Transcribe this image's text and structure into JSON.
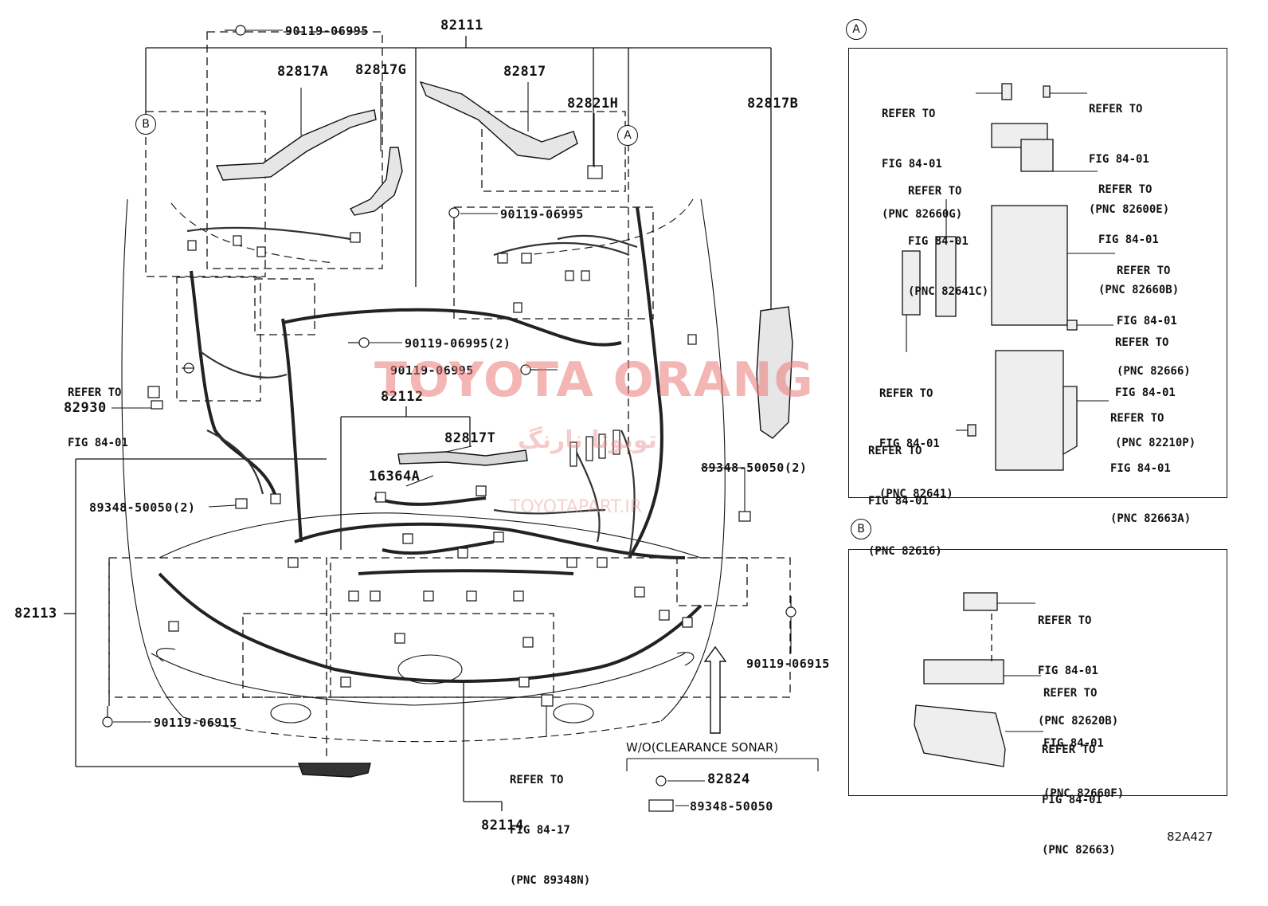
{
  "parts": {
    "p82111": "82111",
    "p82817A": "82817A",
    "p82817G": "82817G",
    "p82817": "82817",
    "p82821H": "82821H",
    "p82817B": "82817B",
    "p82112": "82112",
    "p82817T": "82817T",
    "p16364A": "16364A",
    "p82930": "82930",
    "p82113": "82113",
    "p82114": "82114",
    "p82824": "82824",
    "bolt_top": "90119-06995",
    "bolt_mid": "90119-06995",
    "bolt_2": "90119-06995(2)",
    "bolt_center": "90119-06995",
    "clip_left": "89348-50050(2)",
    "clip_right": "89348-50050(2)",
    "bolt_bottom_left": "90119-06915",
    "bolt_bottom_right": "90119-06915",
    "clip_bottom": "89348-50050"
  },
  "refer_main": {
    "left": [
      "REFER TO",
      "FIG 84-01"
    ],
    "bottom": [
      "REFER TO",
      "FIG 84-17",
      "(PNC 89348N)"
    ]
  },
  "note_wo": "W/O(CLEARANCE SONAR)",
  "tags": {
    "a": "A",
    "b": "B"
  },
  "panel_a": {
    "tag": "A",
    "refs": [
      [
        "REFER TO",
        "FIG 84-01",
        "(PNC 82660G)"
      ],
      [
        "REFER TO",
        "FIG 84-01",
        "(PNC 82600E)"
      ],
      [
        "REFER TO",
        "FIG 84-01",
        "(PNC 82641C)"
      ],
      [
        "REFER TO",
        "FIG 84-01",
        "(PNC 82660B)"
      ],
      [
        "REFER TO",
        "FIG 84-01",
        "(PNC 82666)"
      ],
      [
        "REFER TO",
        "FIG 84-01",
        "(PNC 82210P)"
      ],
      [
        "REFER TO",
        "FIG 84-01",
        "(PNC 82641)"
      ],
      [
        "REFER TO",
        "FIG 84-01",
        "(PNC 82663A)"
      ],
      [
        "REFER TO",
        "FIG 84-01",
        "(PNC 82616)"
      ]
    ]
  },
  "panel_b": {
    "tag": "B",
    "refs": [
      [
        "REFER TO",
        "FIG 84-01",
        "(PNC 82620B)"
      ],
      [
        "REFER TO",
        "FIG 84-01",
        "(PNC 82660F)"
      ],
      [
        "REFER TO",
        "FIG 84-01",
        "(PNC 82663)"
      ]
    ]
  },
  "watermark": {
    "main": "TOYOTA ORANG",
    "fa": "تویوتا نارنگ",
    "url": "TOYOTAPART.IR"
  },
  "figure_code": "82A427"
}
